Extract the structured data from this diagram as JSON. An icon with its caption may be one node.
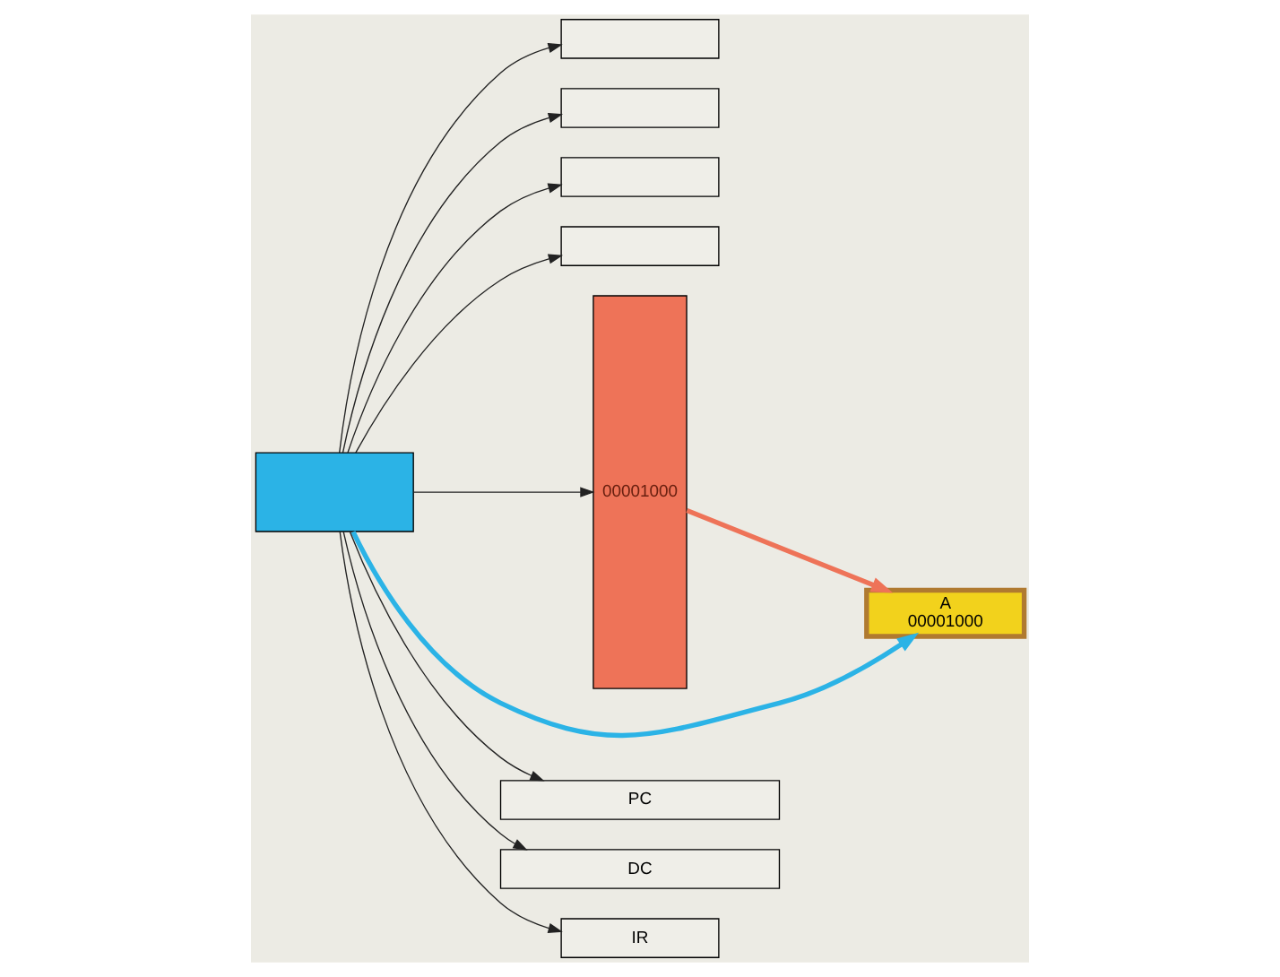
{
  "diagram": {
    "nodes": [
      {
        "text": [],
        "shape": "box"
      },
      {
        "text": [],
        "shape": "box"
      },
      {
        "text": [],
        "shape": "box"
      },
      {
        "text": [],
        "shape": "box"
      },
      {
        "text": [
          "00001000"
        ]
      },
      {
        "text": [
          "A",
          "00001000"
        ]
      },
      {
        "text": [
          "PC"
        ]
      },
      {
        "text": [
          "DC"
        ]
      },
      {
        "text": [
          "IR"
        ]
      },
      {
        "text": [],
        "shape": "box"
      }
    ],
    "edges": [
      {
        "from": 4,
        "to": 5,
        "arrow": "to",
        "style": "thick",
        "color": "#ee7358"
      },
      {
        "from": 9,
        "to": 5,
        "arrow": "to",
        "style": "thick",
        "color": "#2bb3e6"
      },
      {
        "from": 9,
        "to": 6,
        "arrow": "to"
      },
      {
        "from": 9,
        "to": 7,
        "arrow": "to"
      },
      {
        "from": 9,
        "to": 8,
        "arrow": "to"
      },
      {
        "from": 9,
        "to": 4,
        "arrow": "to"
      },
      {
        "from": 9,
        "to": 0,
        "arrow": "to"
      },
      {
        "from": 9,
        "to": 1,
        "arrow": "to"
      },
      {
        "from": 9,
        "to": 2,
        "arrow": "to"
      },
      {
        "from": 9,
        "to": 3,
        "arrow": "to"
      }
    ]
  }
}
